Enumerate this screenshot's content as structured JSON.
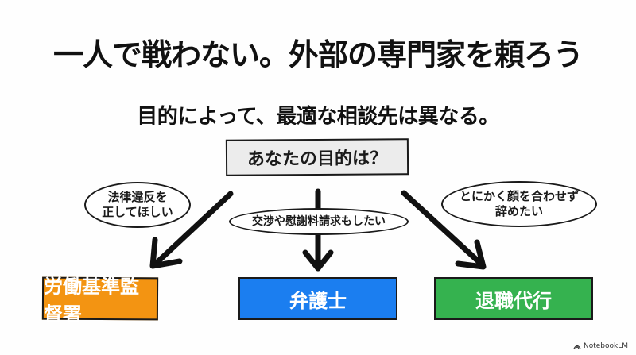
{
  "title": "一人で戦わない。外部の専門家を頼ろう",
  "subtitle": "目的によって、最適な相談先は異なる。",
  "question": "あなたの目的は？",
  "branches": [
    {
      "condition": "法律違反を\n正してほしい",
      "destination": "労働基準監督署",
      "color": "#f39412"
    },
    {
      "condition": "交渉や慰謝料請求もしたい",
      "destination": "弁護士",
      "color": "#1b7ef0"
    },
    {
      "condition": "とにかく顔を合わせず\n辞めたい",
      "destination": "退職代行",
      "color": "#35b24f"
    }
  ],
  "watermark": "NotebookLM",
  "icons": {
    "watermark": "notebooklm-logo-icon"
  }
}
